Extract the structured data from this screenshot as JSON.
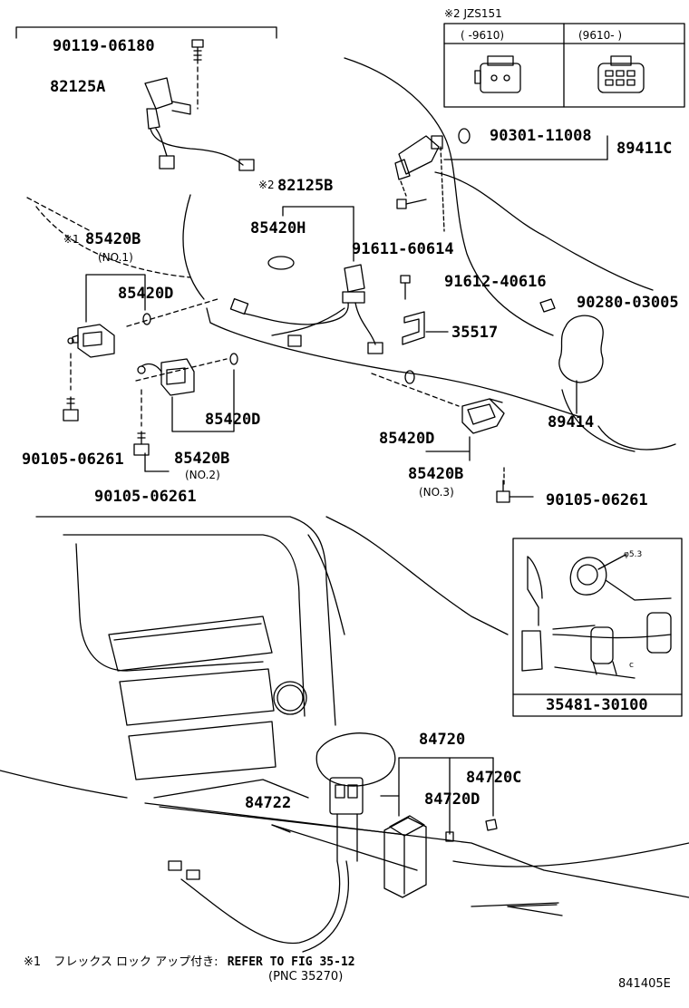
{
  "labels": {
    "p90119": "90119-06180",
    "p82125A": "82125A",
    "mark2": "※2",
    "p82125B": "82125B",
    "p85420H": "85420H",
    "mark1": "※1",
    "p85420B_top": "85420B",
    "no1": "(NO.1)",
    "p85420D_a": "85420D",
    "p91611": "91611-60614",
    "p91612": "91612-40616",
    "p90301": "90301-11008",
    "p89411C": "89411C",
    "p90280": "90280-03005",
    "p35517": "35517",
    "p89414": "89414",
    "p85420D_b": "85420D",
    "p85420B_mid": "85420B",
    "no2": "(NO.2)",
    "p90105_a": "90105-06261",
    "p90105_b": "90105-06261",
    "p85420D_c": "85420D",
    "p85420B_right": "85420B",
    "no3": "(NO.3)",
    "p90105_c": "90105-06261",
    "p84720": "84720",
    "p84720C": "84720C",
    "p84720D": "84720D",
    "p84722": "84722",
    "p35481": "35481-30100",
    "dim": "φ5.3",
    "dim_c": "c"
  },
  "inset_table": {
    "title": "※2  JZS151",
    "col1": "(     -9610)",
    "col2": "(9610-     )"
  },
  "footnote": {
    "mark": "※1",
    "text": "フレックス ロック アップ付き:",
    "ref": "REFER TO FIG 35-12",
    "pnc": "(PNC 35270)"
  },
  "figure_code": "841405E"
}
